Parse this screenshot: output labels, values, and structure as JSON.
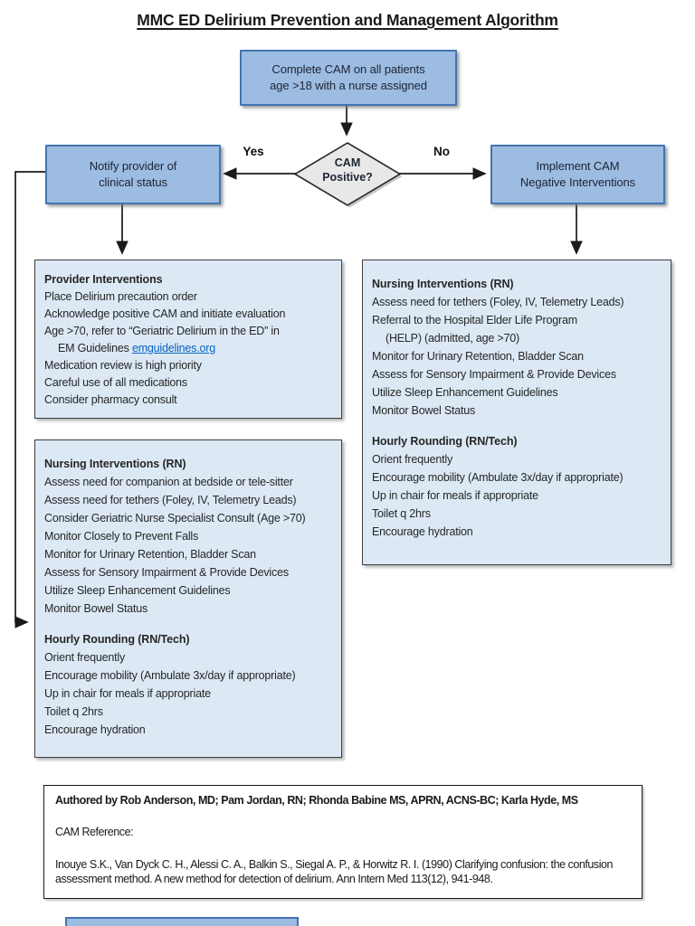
{
  "title": "MMC ED Delirium Prevention and Management Algorithm",
  "colors": {
    "node_fill": "#9CBCE2",
    "node_border": "#4474B0",
    "panel_fill": "#DCE9F5",
    "panel_border": "#3F3F3F",
    "diamond_fill": "#E8E8E8",
    "link": "#0563C1"
  },
  "flowchart": {
    "start": {
      "label": "Complete CAM on all patients\nage >18 with a nurse assigned"
    },
    "decision": {
      "label": "CAM\nPositive?",
      "yes_label": "Yes",
      "no_label": "No"
    },
    "notify_provider": {
      "label": "Notify provider of\nclinical status"
    },
    "cam_negative": {
      "label": "Implement CAM\nNegative Interventions"
    }
  },
  "boxes": {
    "provider": {
      "lines": [
        {
          "text": "Provider Interventions",
          "bold": true
        },
        {
          "text": "Place Delirium precaution order"
        },
        {
          "text": "Acknowledge positive CAM and initiate evaluation"
        },
        {
          "text": "Age >70, refer to “Geriatric Delirium in the ED” in"
        },
        {
          "text": "EM Guidelines ",
          "indent": true,
          "link": "emguidelines.org"
        },
        {
          "text": "Medication review is high priority"
        },
        {
          "text": "Careful use of all medications"
        },
        {
          "text": "Consider pharmacy consult"
        }
      ]
    },
    "nursing_right": {
      "lines": [
        {
          "text": "Nursing Interventions (RN)",
          "bold": true
        },
        {
          "text": "Assess need for tethers (Foley, IV, Telemetry Leads)"
        },
        {
          "text": "Referral to the Hospital Elder Life Program"
        },
        {
          "text": "(HELP) (admitted, age >70)",
          "indent": true
        },
        {
          "text": "Monitor for Urinary Retention, Bladder Scan"
        },
        {
          "text": "Assess for Sensory Impairment & Provide Devices"
        },
        {
          "text": "Utilize Sleep Enhancement Guidelines"
        },
        {
          "text": "Monitor Bowel Status"
        },
        {
          "blank": true
        },
        {
          "text": "Hourly Rounding (RN/Tech)",
          "bold": true
        },
        {
          "text": "Orient frequently"
        },
        {
          "text": "Encourage mobility (Ambulate 3x/day if appropriate)"
        },
        {
          "text": "Up in chair for meals if appropriate"
        },
        {
          "text": "Toilet q 2hrs"
        },
        {
          "text": "Encourage hydration"
        }
      ]
    },
    "nursing_left": {
      "lines": [
        {
          "text": "Nursing Interventions (RN)",
          "bold": true
        },
        {
          "text": "Assess need for companion at bedside or tele-sitter"
        },
        {
          "text": "Assess need for tethers (Foley, IV, Telemetry Leads)"
        },
        {
          "text": "Consider Geriatric Nurse Specialist Consult (Age >70)"
        },
        {
          "text": "Monitor Closely to Prevent Falls"
        },
        {
          "text": "Monitor for Urinary Retention, Bladder Scan"
        },
        {
          "text": "Assess for Sensory Impairment & Provide Devices"
        },
        {
          "text": "Utilize Sleep Enhancement Guidelines"
        },
        {
          "text": "Monitor Bowel Status"
        },
        {
          "blank": true
        },
        {
          "text": "Hourly Rounding (RN/Tech)",
          "bold": true
        },
        {
          "text": "Orient frequently"
        },
        {
          "text": "Encourage mobility (Ambulate 3x/day if appropriate)"
        },
        {
          "text": "Up in chair for meals if appropriate"
        },
        {
          "text": "Toilet q 2hrs"
        },
        {
          "text": "Encourage hydration"
        }
      ]
    }
  },
  "footer": {
    "authored": "Authored by Rob Anderson, MD; Pam Jordan, RN; Rhonda Babine MS, APRN, ACNS-BC; Karla Hyde, MS",
    "cam_reference_label": "CAM Reference:",
    "citation": "Inouye S.K., Van Dyck C. H., Alessi C. A., Balkin S., Siegal A. P., & Horwitz R. I. (1990) Clarifying confusion: the confusion assessment method. A new method for detection of delirium. Ann Intern Med  113(12), 941-948."
  }
}
